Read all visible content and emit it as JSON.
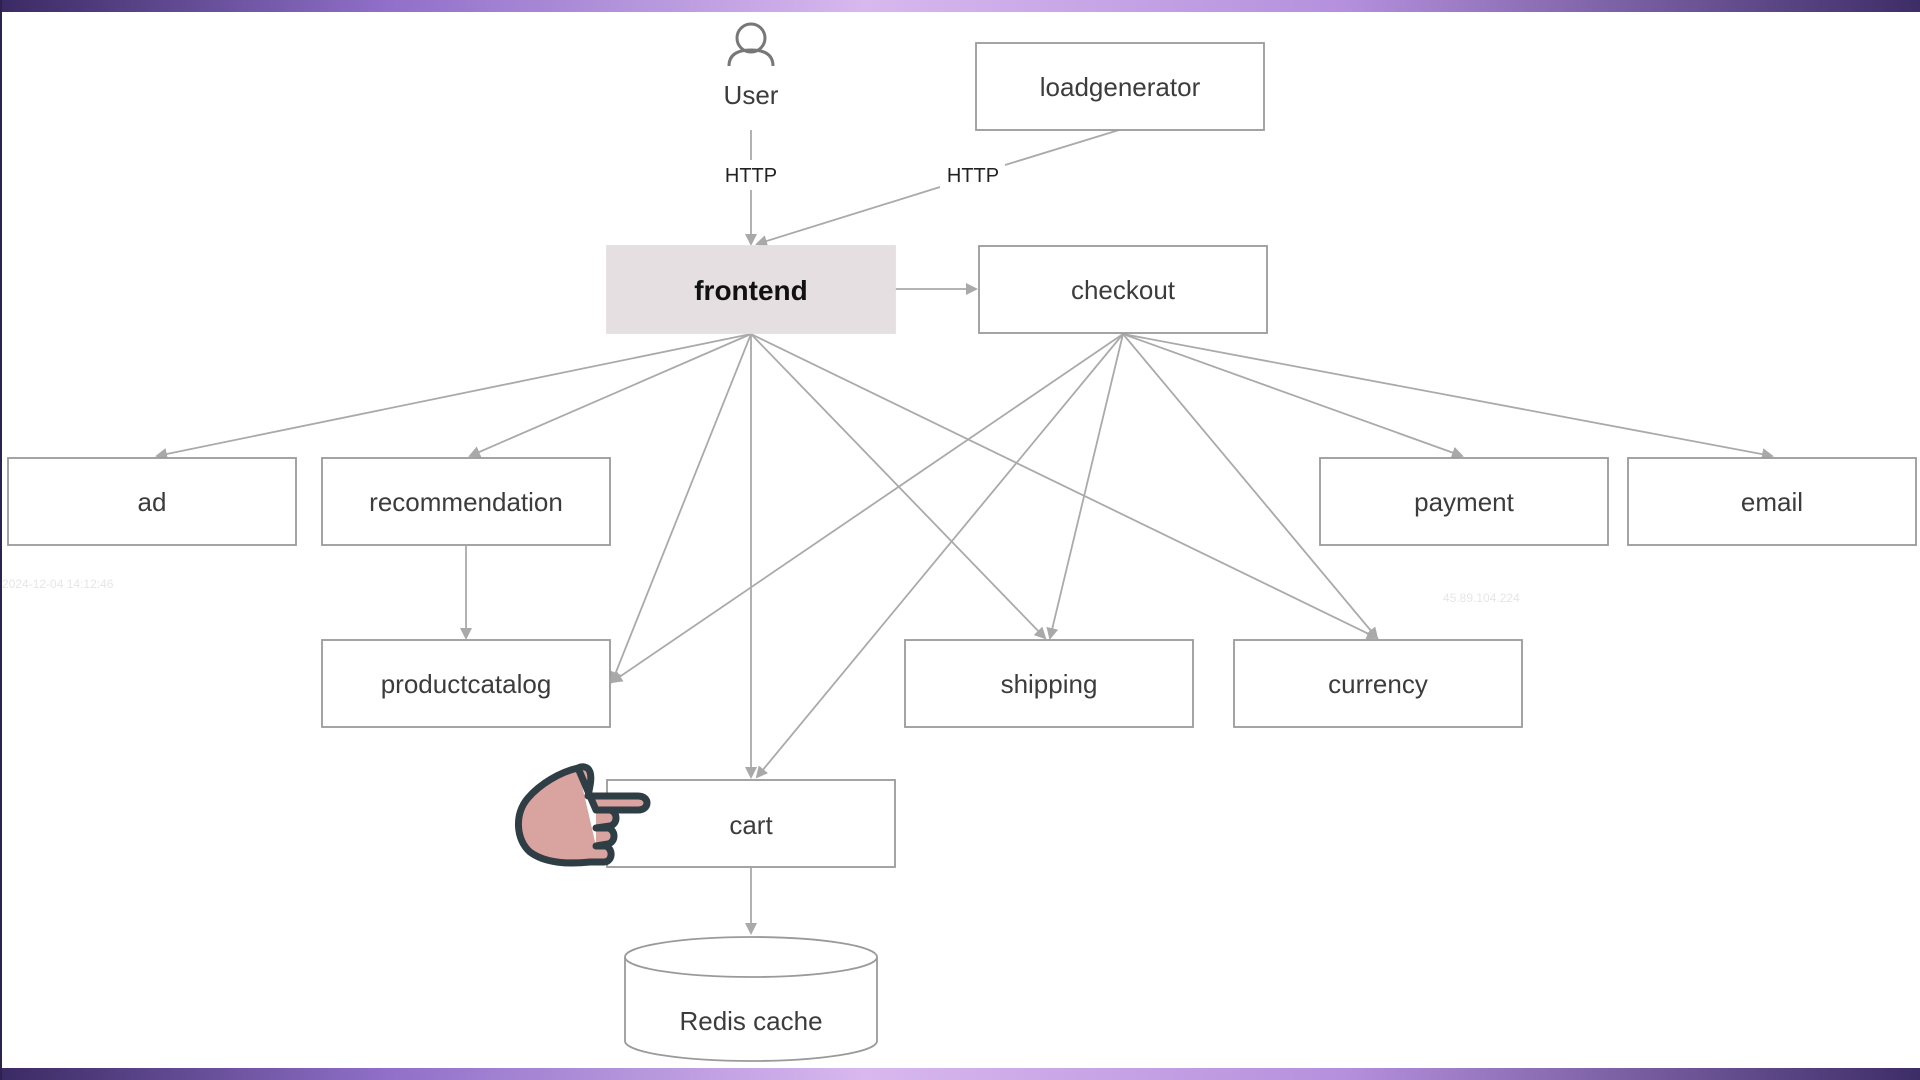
{
  "diagram": {
    "user_label": "User",
    "nodes": {
      "loadgenerator": "loadgenerator",
      "frontend": "frontend",
      "checkout": "checkout",
      "ad": "ad",
      "recommendation": "recommendation",
      "payment": "payment",
      "email": "email",
      "productcatalog": "productcatalog",
      "shipping": "shipping",
      "currency": "currency",
      "cart": "cart",
      "redis": "Redis cache"
    },
    "edge_labels": {
      "user_to_frontend": "HTTP",
      "loadgen_to_frontend": "HTTP"
    },
    "watermark": {
      "timestamp": "2024-12-04 14:12:46",
      "ip": "45.89.104.224"
    }
  },
  "colors": {
    "frontend_fill": "#e6dfe1",
    "box_stroke": "#9a9a9a",
    "arrow": "#aaaaaa",
    "hand_fill": "#d9a3a0",
    "hand_stroke": "#2f3d44",
    "bar_purple": "#8f6fc8"
  },
  "icons": {
    "user": "user-icon",
    "pointer": "pointing-hand-icon"
  }
}
